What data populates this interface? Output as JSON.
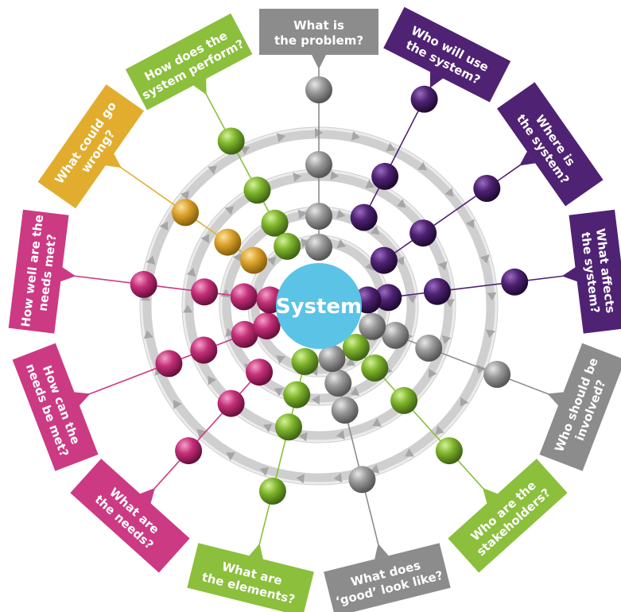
{
  "diagram": {
    "center_label": "System",
    "colors": {
      "grey": "#8c8c8c",
      "purple": "#4f2273",
      "green": "#8bbf3c",
      "gold": "#e2ad2e",
      "magenta": "#cc3a83",
      "center": "#5bc4e6",
      "ring": "#d2d2d2"
    },
    "questions": [
      {
        "id": "q-problem",
        "lines": [
          "What is",
          "the problem?"
        ],
        "color": "grey"
      },
      {
        "id": "q-users",
        "lines": [
          "Who will use",
          "the system?"
        ],
        "color": "purple"
      },
      {
        "id": "q-where",
        "lines": [
          "Where is",
          "the system?"
        ],
        "color": "purple"
      },
      {
        "id": "q-affects",
        "lines": [
          "What affects",
          "the system?"
        ],
        "color": "purple"
      },
      {
        "id": "q-involved",
        "lines": [
          "Who should be",
          "involved?"
        ],
        "color": "grey"
      },
      {
        "id": "q-stakeholders",
        "lines": [
          "Who are the",
          "stakeholders?"
        ],
        "color": "green"
      },
      {
        "id": "q-good",
        "lines": [
          "What does",
          "‘good’ look like?"
        ],
        "color": "grey"
      },
      {
        "id": "q-elements",
        "lines": [
          "What are",
          "the elements?"
        ],
        "color": "green"
      },
      {
        "id": "q-needs",
        "lines": [
          "What are",
          "the needs?"
        ],
        "color": "magenta"
      },
      {
        "id": "q-how-met",
        "lines": [
          "How can the",
          "needs be met?"
        ],
        "color": "magenta"
      },
      {
        "id": "q-how-well",
        "lines": [
          "How well are the",
          "needs met?"
        ],
        "color": "magenta"
      },
      {
        "id": "q-wrong",
        "lines": [
          "What could go",
          "wrong?"
        ],
        "color": "gold"
      },
      {
        "id": "q-perform",
        "lines": [
          "How does the",
          "system perform?"
        ],
        "color": "green"
      }
    ]
  }
}
